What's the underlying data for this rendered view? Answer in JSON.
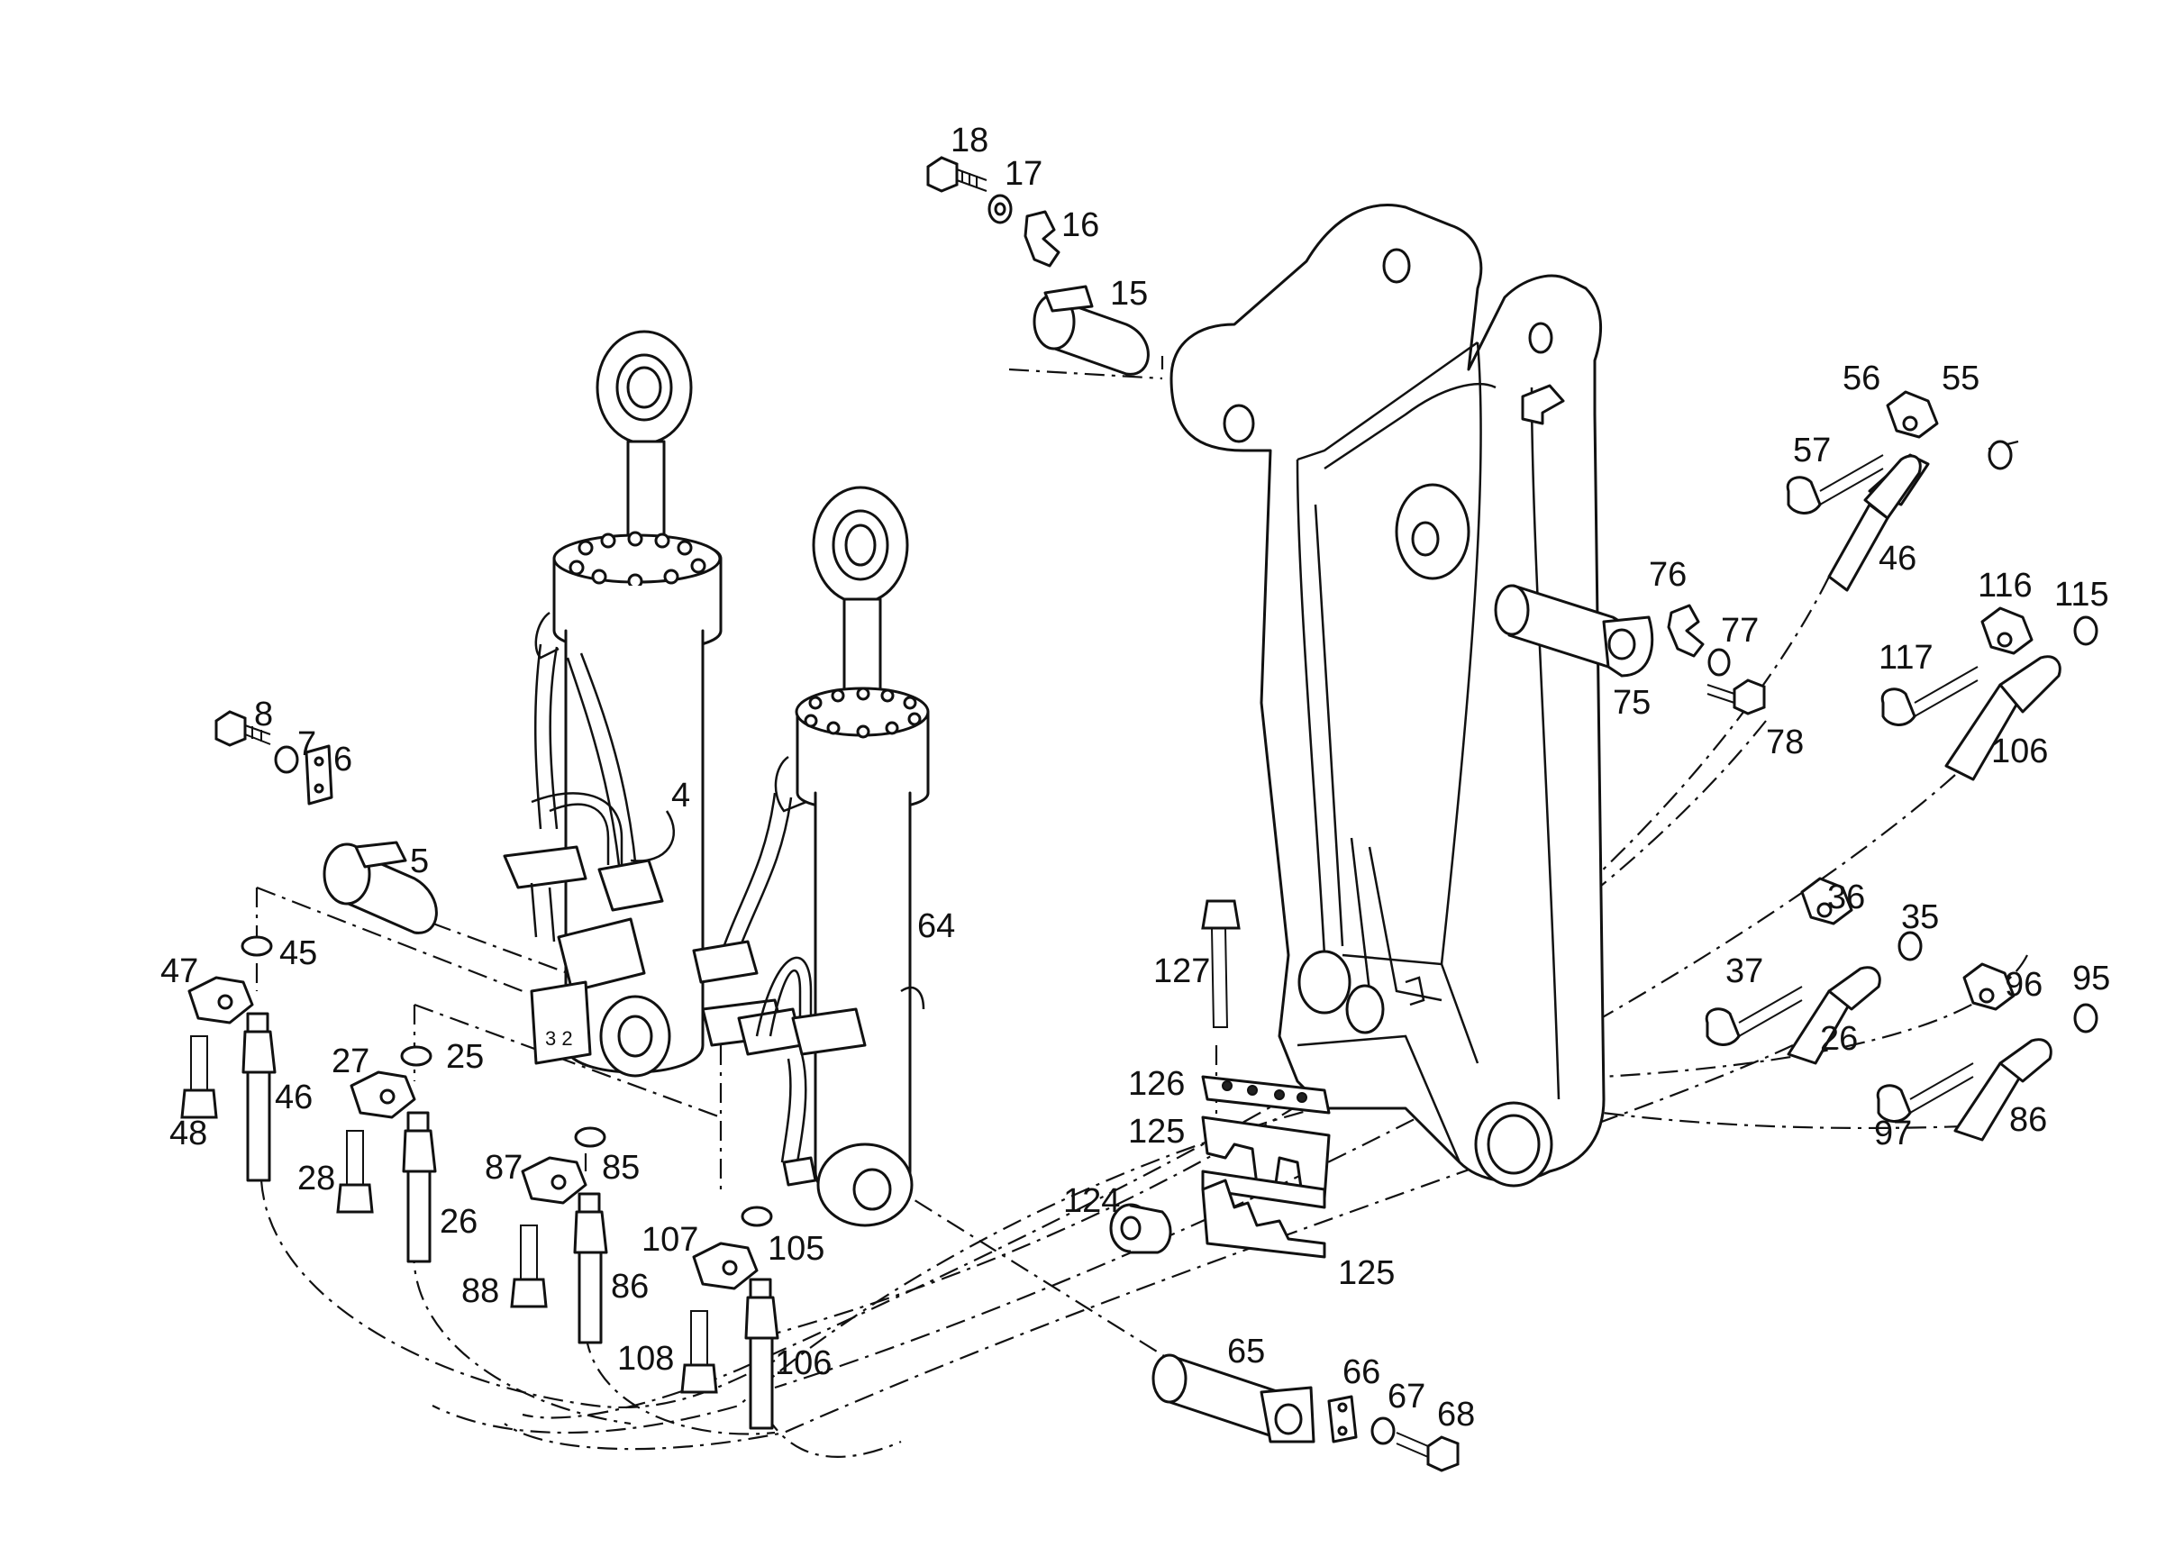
{
  "diagram": {
    "callouts": [
      {
        "id": "c18",
        "text": "18"
      },
      {
        "id": "c17",
        "text": "17"
      },
      {
        "id": "c16",
        "text": "16"
      },
      {
        "id": "c15",
        "text": "15"
      },
      {
        "id": "c56",
        "text": "56"
      },
      {
        "id": "c55",
        "text": "55"
      },
      {
        "id": "c57",
        "text": "57"
      },
      {
        "id": "c46a",
        "text": "46"
      },
      {
        "id": "c76",
        "text": "76"
      },
      {
        "id": "c77",
        "text": "77"
      },
      {
        "id": "c75",
        "text": "75"
      },
      {
        "id": "c78",
        "text": "78"
      },
      {
        "id": "c116",
        "text": "116"
      },
      {
        "id": "c115",
        "text": "115"
      },
      {
        "id": "c117",
        "text": "117"
      },
      {
        "id": "c106a",
        "text": "106"
      },
      {
        "id": "c8",
        "text": "8"
      },
      {
        "id": "c7",
        "text": "7"
      },
      {
        "id": "c6",
        "text": "6"
      },
      {
        "id": "c4",
        "text": "4"
      },
      {
        "id": "c5",
        "text": "5"
      },
      {
        "id": "c64",
        "text": "64"
      },
      {
        "id": "c47",
        "text": "47"
      },
      {
        "id": "c45",
        "text": "45"
      },
      {
        "id": "c48",
        "text": "48"
      },
      {
        "id": "c46b",
        "text": "46"
      },
      {
        "id": "c27",
        "text": "27"
      },
      {
        "id": "c25",
        "text": "25"
      },
      {
        "id": "c28",
        "text": "28"
      },
      {
        "id": "c26a",
        "text": "26"
      },
      {
        "id": "c87",
        "text": "87"
      },
      {
        "id": "c85",
        "text": "85"
      },
      {
        "id": "c88",
        "text": "88"
      },
      {
        "id": "c86a",
        "text": "86"
      },
      {
        "id": "c107",
        "text": "107"
      },
      {
        "id": "c105",
        "text": "105"
      },
      {
        "id": "c108",
        "text": "108"
      },
      {
        "id": "c106b",
        "text": "106"
      },
      {
        "id": "c127",
        "text": "127"
      },
      {
        "id": "c126",
        "text": "126"
      },
      {
        "id": "c125a",
        "text": "125"
      },
      {
        "id": "c124",
        "text": "124"
      },
      {
        "id": "c125b",
        "text": "125"
      },
      {
        "id": "c65",
        "text": "65"
      },
      {
        "id": "c66",
        "text": "66"
      },
      {
        "id": "c67",
        "text": "67"
      },
      {
        "id": "c68",
        "text": "68"
      },
      {
        "id": "c36",
        "text": "36"
      },
      {
        "id": "c35",
        "text": "35"
      },
      {
        "id": "c37",
        "text": "37"
      },
      {
        "id": "c26b",
        "text": "26"
      },
      {
        "id": "c96",
        "text": "96"
      },
      {
        "id": "c95",
        "text": "95"
      },
      {
        "id": "c97",
        "text": "97"
      },
      {
        "id": "c86b",
        "text": "86"
      }
    ]
  }
}
